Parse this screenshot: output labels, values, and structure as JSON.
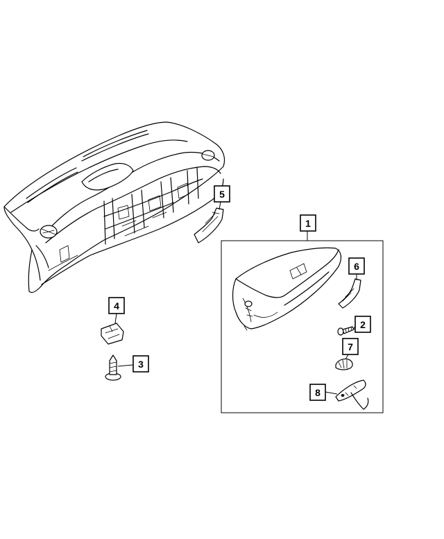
{
  "diagram": {
    "callouts": [
      {
        "id": "callout-1",
        "label": "1"
      },
      {
        "id": "callout-2",
        "label": "2"
      },
      {
        "id": "callout-3",
        "label": "3"
      },
      {
        "id": "callout-4",
        "label": "4"
      },
      {
        "id": "callout-5",
        "label": "5"
      },
      {
        "id": "callout-6",
        "label": "6"
      },
      {
        "id": "callout-7",
        "label": "7"
      },
      {
        "id": "callout-8",
        "label": "8"
      }
    ],
    "colors": {
      "line": "#000000",
      "background": "#ffffff"
    }
  }
}
